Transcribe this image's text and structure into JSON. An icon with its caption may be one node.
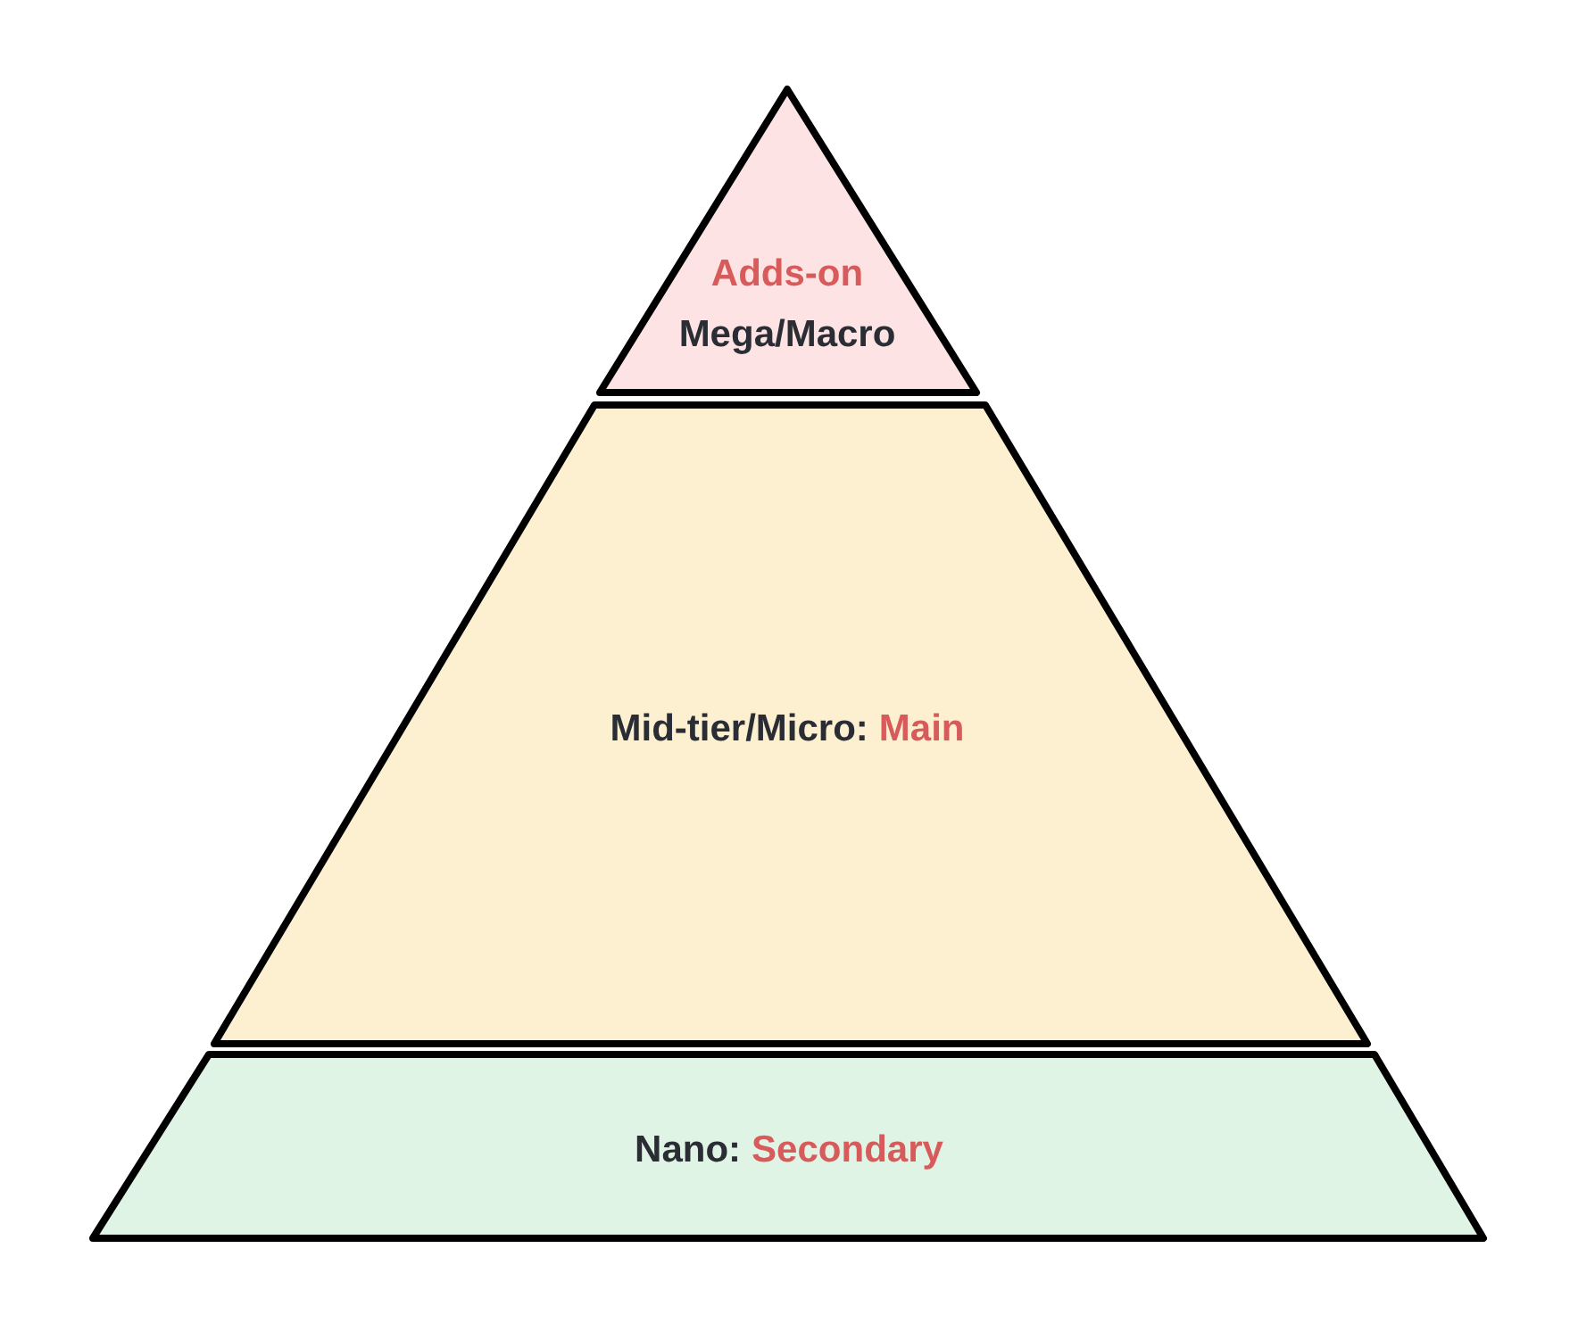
{
  "diagram": {
    "nodes": [
      {
        "text": [
          "Adds-on",
          "Mega/Macro"
        ]
      },
      {
        "text": [
          "Mid-tier/Micro:",
          "Main"
        ]
      },
      {
        "text": [
          "Nano:",
          "Secondary"
        ]
      }
    ]
  }
}
